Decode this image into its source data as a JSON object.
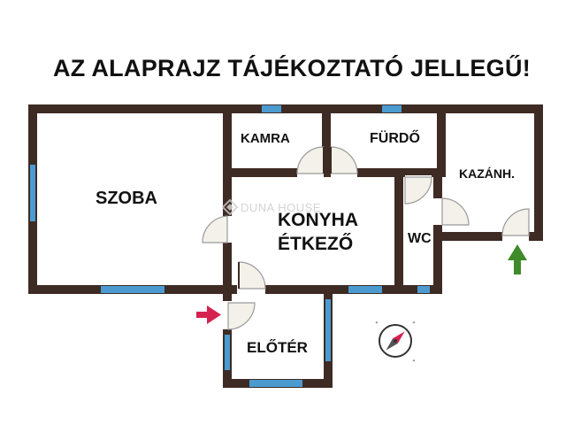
{
  "title": "AZ ALAPRAJZ TÁJÉKOZTATÓ JELLEGŰ!",
  "rooms": {
    "szoba": "SZOBA",
    "kamra": "KAMRA",
    "furdo": "FÜRDŐ",
    "kazan": "KAZÁNH.",
    "konyha_line1": "KONYHA",
    "konyha_line2": "ÉTKEZŐ",
    "wc": "WC",
    "eloter": "ELŐTÉR"
  },
  "watermark": "DUNA HOUSE",
  "colors": {
    "wall": "#3e2b24",
    "window": "#4b9bd1",
    "door_fill": "#f4f1ea",
    "entrance_arrow": "#d6224f",
    "exit_arrow": "#3f8a2a"
  },
  "compass": {
    "direction": "north-east"
  }
}
